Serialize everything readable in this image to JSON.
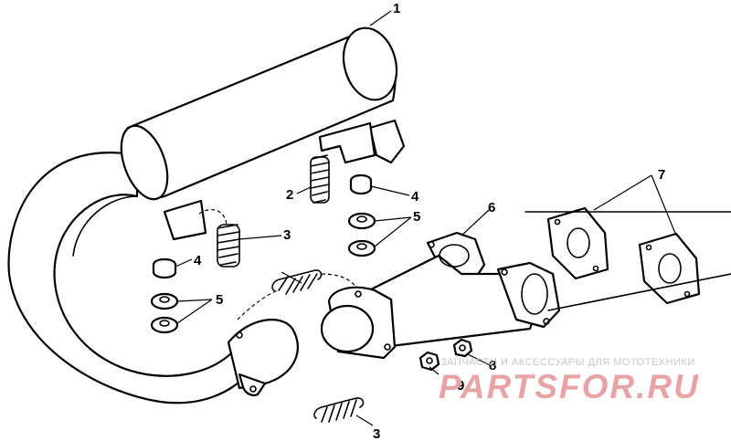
{
  "callouts": {
    "c1": "1",
    "c2": "2",
    "c3a": "3",
    "c3b": "3",
    "c4a": "4",
    "c4b": "4",
    "c5a": "5",
    "c5b": "5",
    "c6": "6",
    "c7": "7",
    "c8": "8",
    "c9": "9"
  },
  "watermark": {
    "caption": "ЗАПЧАСТИ И АКСЕССУАРЫ ДЛЯ МОТОТЕХНИКИ",
    "brand": "PARTSFOR.RU"
  },
  "colors": {
    "line": "#000000",
    "watermark_brand": "#e8a3a6",
    "watermark_caption": "#c7c7c7"
  }
}
